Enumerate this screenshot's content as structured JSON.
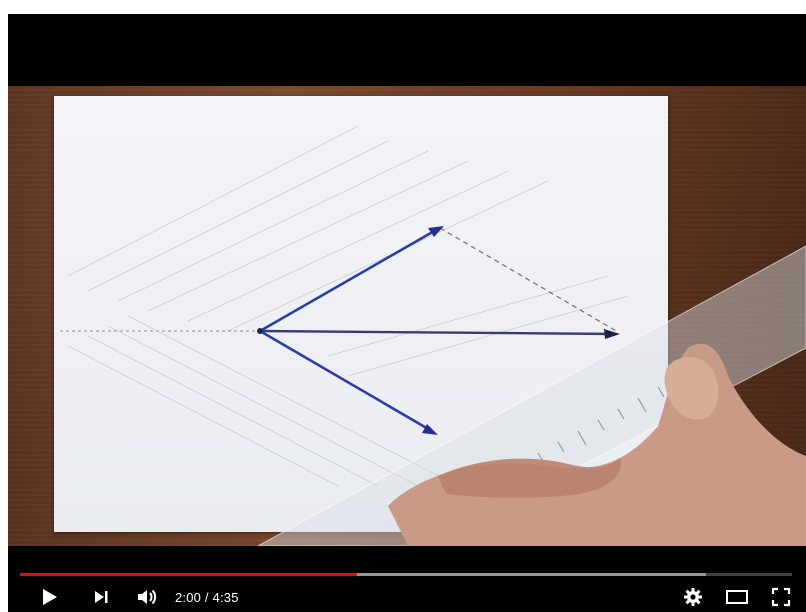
{
  "player": {
    "time": {
      "current": "2:00",
      "separator": " / ",
      "duration": "4:35"
    },
    "progress": {
      "played_fraction": 0.436,
      "buffered_fraction": 0.888
    },
    "colors": {
      "played": "#ff0000",
      "vector": "#2b3ea8",
      "controls_bg": "#000000"
    },
    "controls": {
      "play_icon": "play-icon",
      "next_icon": "next-icon",
      "volume_icon": "volume-icon",
      "settings_icon": "gear-icon",
      "theater_icon": "theater-mode-icon",
      "fullscreen_icon": "fullscreen-icon"
    }
  }
}
